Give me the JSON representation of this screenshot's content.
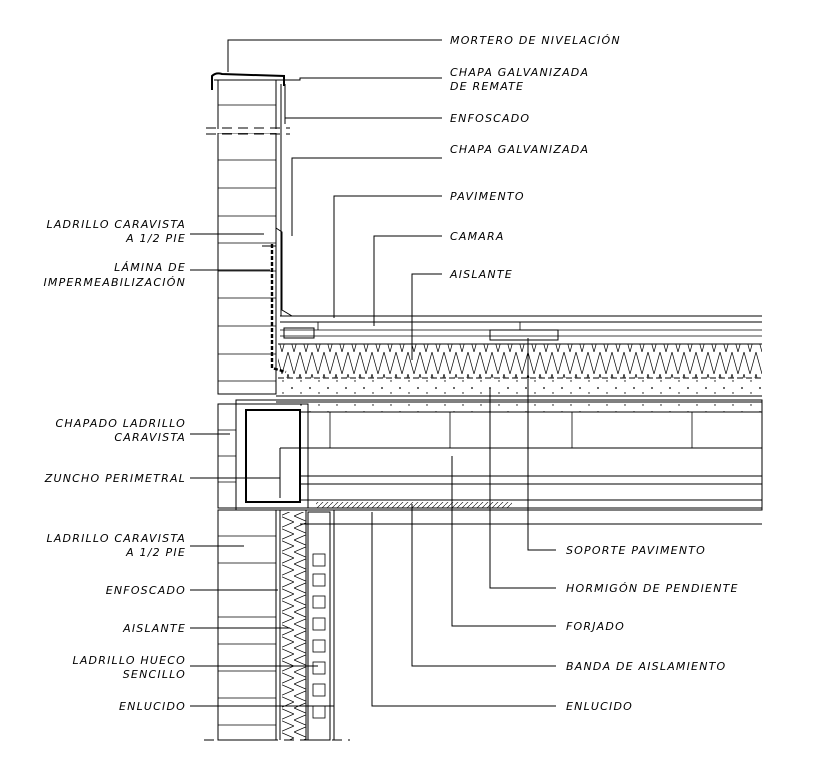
{
  "labels_right": [
    {
      "key": "mortero",
      "text": "MORTERO DE NIVELACIÓN"
    },
    {
      "key": "chapa_remate_1",
      "text": "CHAPA GALVANIZADA"
    },
    {
      "key": "chapa_remate_2",
      "text": "DE REMATE"
    },
    {
      "key": "enfoscado_top",
      "text": "ENFOSCADO"
    },
    {
      "key": "chapa",
      "text": "CHAPA GALVANIZADA"
    },
    {
      "key": "pavimento",
      "text": "PAVIMENTO"
    },
    {
      "key": "camara",
      "text": "CAMARA"
    },
    {
      "key": "aislante_top",
      "text": "AISLANTE"
    },
    {
      "key": "soporte",
      "text": "SOPORTE PAVIMENTO"
    },
    {
      "key": "hormigon",
      "text": "HORMIGÓN DE PENDIENTE"
    },
    {
      "key": "forjado",
      "text": "FORJADO"
    },
    {
      "key": "banda",
      "text": "BANDA DE AISLAMIENTO"
    },
    {
      "key": "enlucido_right",
      "text": "ENLUCIDO"
    }
  ],
  "labels_left": [
    {
      "key": "ladrillo_top_1",
      "text": "LADRILLO CARAVISTA"
    },
    {
      "key": "ladrillo_top_2",
      "text": "A 1/2 PIE"
    },
    {
      "key": "lamina_1",
      "text": "LÁMINA DE"
    },
    {
      "key": "lamina_2",
      "text": "IMPERMEABILIZACIÓN"
    },
    {
      "key": "chapado_1",
      "text": "CHAPADO LADRILLO"
    },
    {
      "key": "chapado_2",
      "text": "CARAVISTA"
    },
    {
      "key": "zuncho",
      "text": "ZUNCHO PERIMETRAL"
    },
    {
      "key": "ladrillo_bot_1",
      "text": "LADRILLO CARAVISTA"
    },
    {
      "key": "ladrillo_bot_2",
      "text": "A 1/2 PIE"
    },
    {
      "key": "enfoscado_left",
      "text": "ENFOSCADO"
    },
    {
      "key": "aislante_left",
      "text": "AISLANTE"
    },
    {
      "key": "hueco_1",
      "text": "LADRILLO HUECO"
    },
    {
      "key": "hueco_2",
      "text": "SENCILLO"
    },
    {
      "key": "enlucido_left",
      "text": "ENLUCIDO"
    }
  ]
}
